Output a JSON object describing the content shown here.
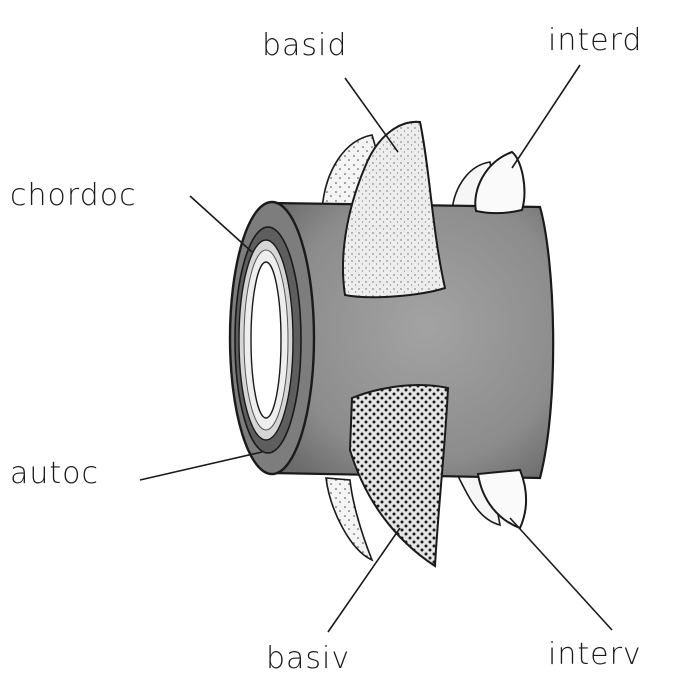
{
  "figure": {
    "labels": {
      "basid": "basid",
      "interd": "interd",
      "chordoc": "chordoc",
      "autoc": "autoc",
      "basiv": "basiv",
      "interv": "interv"
    },
    "colors": {
      "centrum_fill": "#8f8f8f",
      "outline": "#1a1a1a",
      "basidorsal_fill": "#ececec",
      "basiventral_fill": "#d8d8d8",
      "background": "#ffffff"
    }
  }
}
